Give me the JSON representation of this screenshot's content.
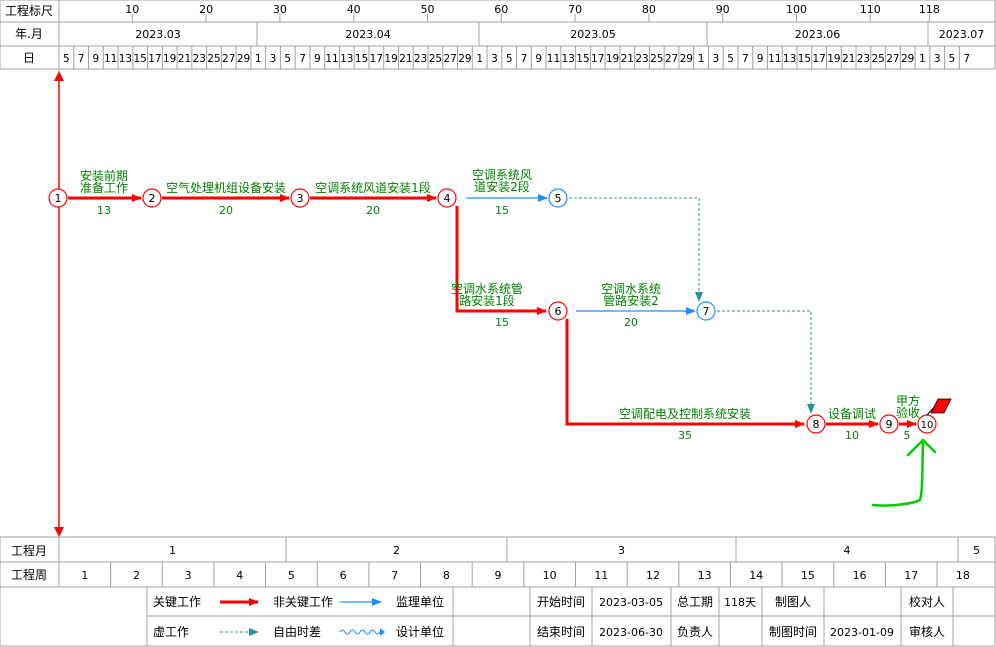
{
  "header": {
    "ruler_label": "工程标尺",
    "ruler_ticks": [
      "10",
      "20",
      "30",
      "40",
      "50",
      "60",
      "70",
      "80",
      "90",
      "100",
      "110",
      "118"
    ],
    "month_label": "年.月",
    "months": [
      "2023.03",
      "2023.04",
      "2023.05",
      "2023.06",
      "2023.07"
    ],
    "day_label": "日",
    "days": [
      "5",
      "7",
      "9",
      "11",
      "13",
      "15",
      "17",
      "19",
      "21",
      "23",
      "25",
      "27",
      "29",
      "1",
      "3",
      "5",
      "7",
      "9",
      "11",
      "13",
      "15",
      "17",
      "19",
      "21",
      "23",
      "25",
      "27",
      "29",
      "1",
      "3",
      "5",
      "7",
      "9",
      "11",
      "13",
      "15",
      "17",
      "19",
      "21",
      "23",
      "25",
      "27",
      "29",
      "1",
      "3",
      "5",
      "7",
      "9",
      "11",
      "13",
      "15",
      "17",
      "19",
      "21",
      "23",
      "25",
      "27",
      "29",
      "1",
      "3",
      "5",
      "7"
    ]
  },
  "network": {
    "nodes": [
      "1",
      "2",
      "3",
      "4",
      "5",
      "6",
      "7",
      "8",
      "9",
      "10"
    ],
    "activities": [
      {
        "id": "a1",
        "name_lines": [
          "安装前期",
          "准备工作"
        ],
        "duration": "13",
        "from": "1",
        "to": "2",
        "type": "critical"
      },
      {
        "id": "a2",
        "name_lines": [
          "空气处理机组设备安装"
        ],
        "duration": "20",
        "from": "2",
        "to": "3",
        "type": "critical"
      },
      {
        "id": "a3",
        "name_lines": [
          "空调系统风道安装1段"
        ],
        "duration": "20",
        "from": "3",
        "to": "4",
        "type": "critical"
      },
      {
        "id": "a4",
        "name_lines": [
          "空调系统风",
          "道安装2段"
        ],
        "duration": "15",
        "from": "4",
        "to": "5",
        "type": "noncritical"
      },
      {
        "id": "a5",
        "name_lines": [
          "空调水系统管",
          "路安装1段"
        ],
        "duration": "15",
        "from": "4",
        "to": "6",
        "type": "critical"
      },
      {
        "id": "a6",
        "name_lines": [
          "空调水系统",
          "管路安装2"
        ],
        "duration": "20",
        "from": "6",
        "to": "7",
        "type": "noncritical"
      },
      {
        "id": "a7",
        "name_lines": [
          "空调配电及控制系统安装"
        ],
        "duration": "35",
        "from": "6",
        "to": "8",
        "type": "critical"
      },
      {
        "id": "a8",
        "name_lines": [
          "设备调试"
        ],
        "duration": "10",
        "from": "8",
        "to": "9",
        "type": "critical"
      },
      {
        "id": "a9",
        "name_lines": [
          "甲方",
          "验收"
        ],
        "duration": "5",
        "from": "9",
        "to": "10",
        "type": "critical"
      }
    ],
    "dummies": [
      {
        "from": "5",
        "to": "7"
      },
      {
        "from": "7",
        "to": "8"
      }
    ]
  },
  "footer": {
    "project_month_label": "工程月",
    "project_months": [
      "1",
      "2",
      "3",
      "4",
      "5"
    ],
    "project_week_label": "工程周",
    "project_weeks": [
      "1",
      "2",
      "3",
      "4",
      "5",
      "6",
      "7",
      "8",
      "9",
      "10",
      "11",
      "12",
      "13",
      "14",
      "15",
      "16",
      "17",
      "18"
    ]
  },
  "legend": {
    "critical": "关键工作",
    "noncritical": "非关键工作",
    "supervisor": "监理单位",
    "dummy": "虚工作",
    "free_float": "自由时差",
    "design_unit": "设计单位"
  },
  "info": {
    "start_label": "开始时间",
    "start_value": "2023-03-05",
    "end_label": "结束时间",
    "end_value": "2023-06-30",
    "total_label": "总工期",
    "total_value": "118天",
    "owner_label": "负责人",
    "drawer_label": "制图人",
    "draw_date_label": "制图时间",
    "draw_date_value": "2023-01-09",
    "checker_label": "校对人",
    "reviewer_label": "审核人"
  },
  "colors": {
    "critical": "#ff0000",
    "noncritical": "#1e90ff",
    "dummy": "#2a8fa0",
    "text_green": "#008000",
    "grid": "#a0a0a0",
    "annotation": "#00cc00"
  }
}
